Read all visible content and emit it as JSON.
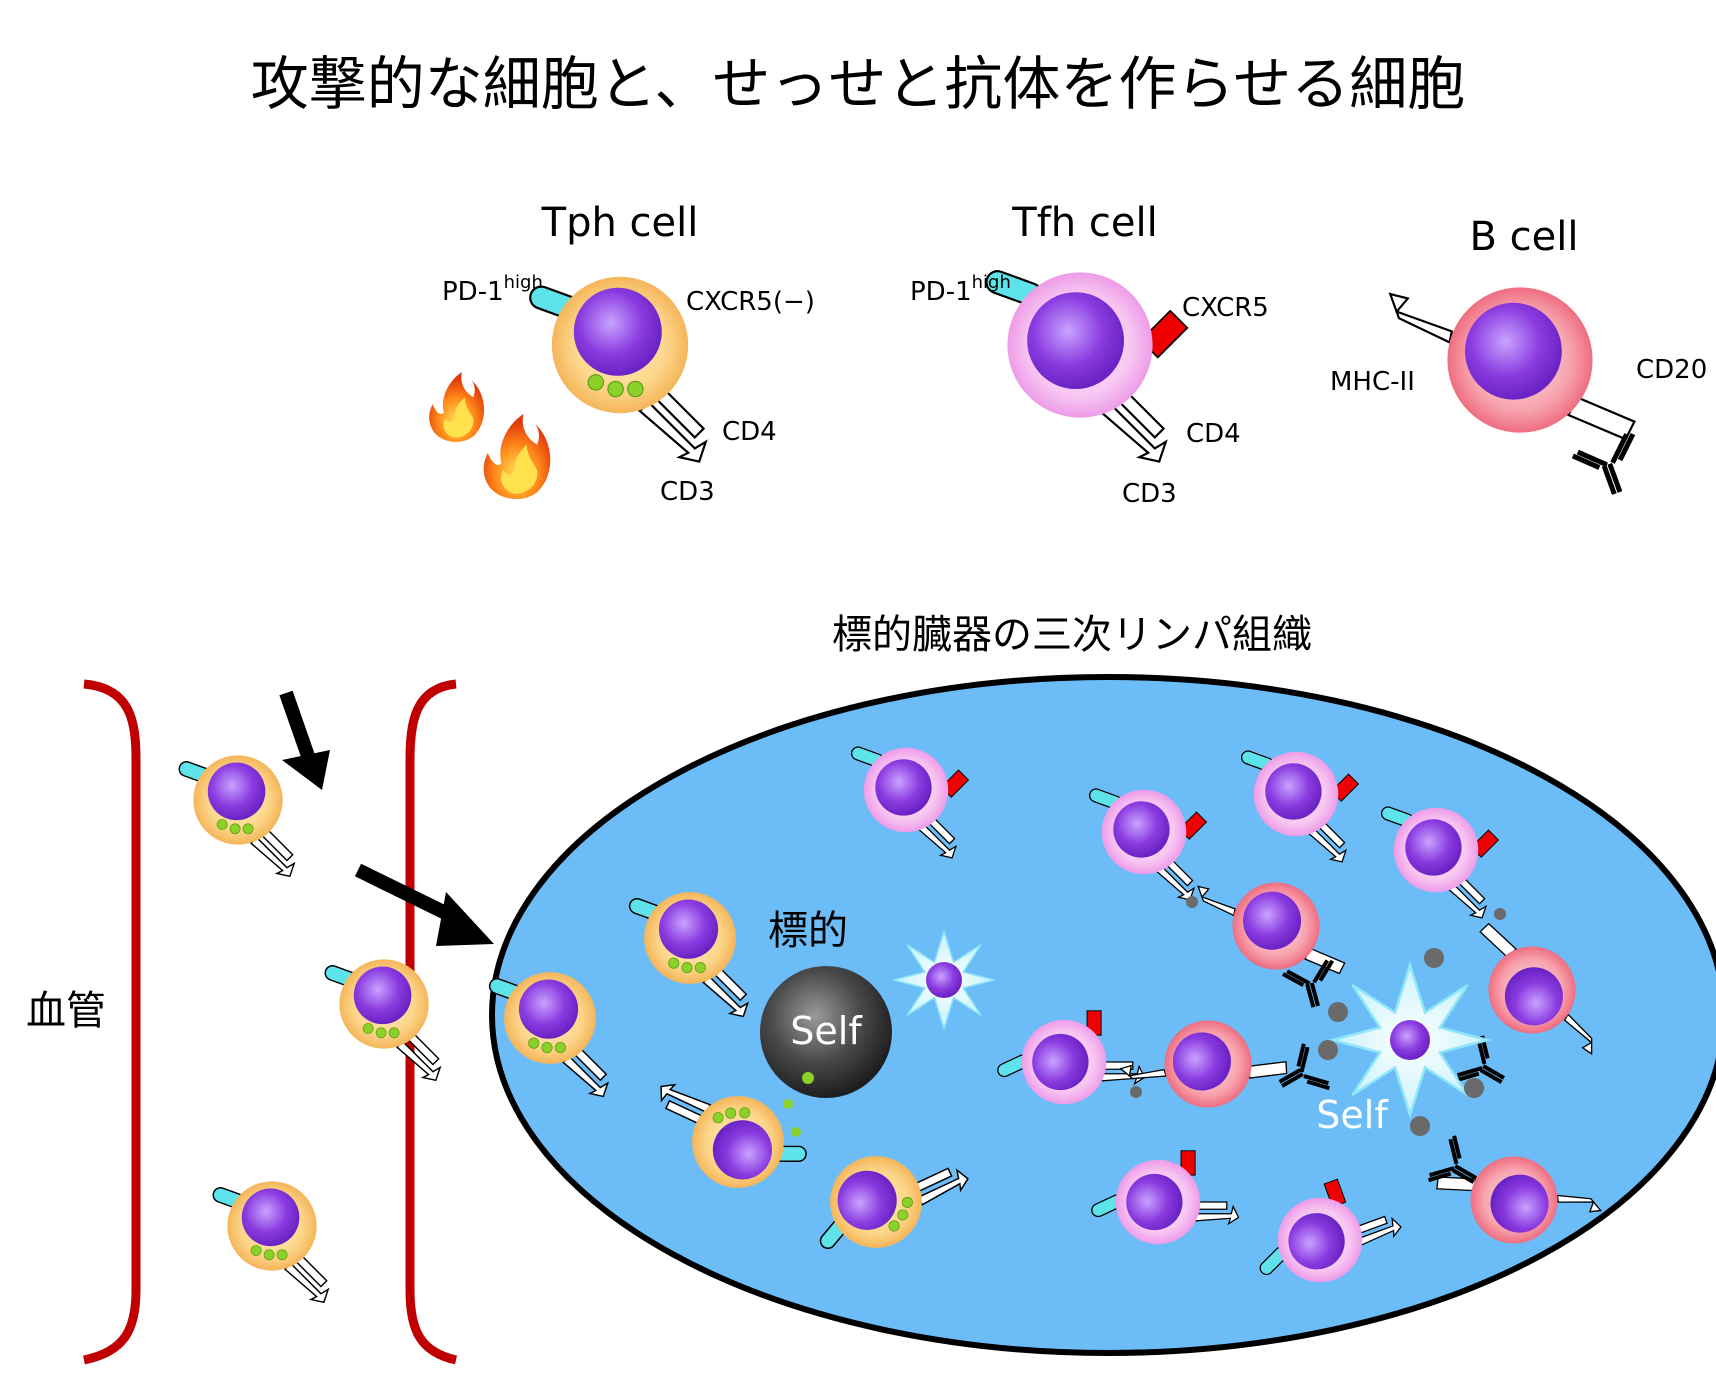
{
  "title": "攻撃的な細胞と、せっせと抗体を作らせる細胞",
  "legend": {
    "tph": {
      "name": "Tph cell",
      "pd1": "PD-1",
      "pd1_sup": "high",
      "cxcr5": "CXCR5(−)",
      "cd4": "CD4",
      "cd3": "CD3"
    },
    "tfh": {
      "name": "Tfh cell",
      "pd1": "PD-1",
      "pd1_sup": "high",
      "cxcr5": "CXCR5",
      "cd4": "CD4",
      "cd3": "CD3"
    },
    "bcell": {
      "name": "B cell",
      "mhc": "MHC-II",
      "cd20": "CD20"
    }
  },
  "tissue": {
    "title": "標的臓器の三次リンパ組織",
    "target_label": "標的",
    "self_label_1": "Self",
    "self_label_2": "Self"
  },
  "vessel": {
    "label": "血管"
  },
  "colors": {
    "tph_body": "#f9c96f",
    "tfh_body": "#f4b6f0",
    "b_body": "#f58a98",
    "nucleus": "#8a3be0",
    "pd1": "#5fe3ea",
    "cxcr5": "#ee0000",
    "tissue": "#6bbcf7",
    "vessel": "#c00000",
    "granule": "#8bd12a"
  },
  "icons": [
    "fire-icon",
    "antibody-icon",
    "burst-icon",
    "arrow-icon"
  ]
}
